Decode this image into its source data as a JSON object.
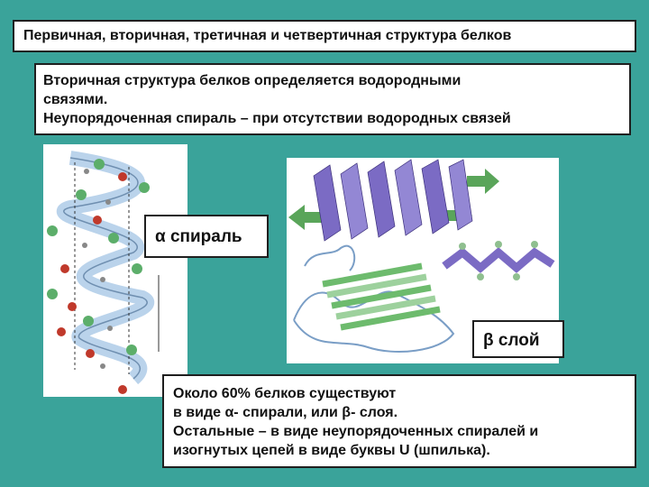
{
  "slide": {
    "title": "Первичная, вторичная, третичная и четвертичная структура белков",
    "info_lines": [
      "Вторичная структура белков определяется водородными",
      "связями.",
      "Неупорядоченная спираль – при отсутствии водородных связей"
    ],
    "alpha_label": "α спираль",
    "beta_label": "β слой",
    "summary_lines": [
      "Около 60% белков существуют",
      "в виде α- спирали, или β- слоя.",
      "Остальные – в виде неупорядоченных спиралей и",
      "изогнутых цепей в виде буквы U (шпилька)."
    ]
  },
  "colors": {
    "background": "#3aa39a",
    "box_border": "#1f1f1f",
    "sheet_purple": "#7b6bc4",
    "sheet_arrow_green": "#5aa55a",
    "helix_blue": "#a9c8e6"
  }
}
